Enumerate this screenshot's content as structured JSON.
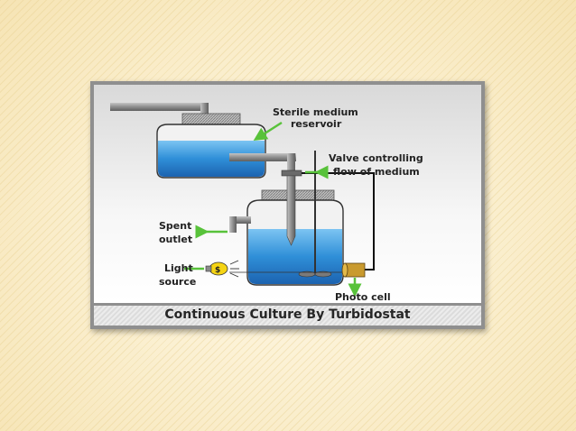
{
  "diagram": {
    "labels": {
      "reservoir_line1": "Sterile medium",
      "reservoir_line2": "reservoir",
      "valve_line1": "Valve controlling",
      "valve_line2": "flow of medium",
      "spent_line1": "Spent",
      "spent_line2": "outlet",
      "light_line1": "Light",
      "light_line2": "source",
      "photo_cell": "Photo cell"
    },
    "caption": "Continuous Culture By Turbidostat"
  },
  "colors": {
    "medium_blue": "#2f8fd8",
    "arrow_green": "#58c23a",
    "pipe_gray": "#8a8a8a",
    "lamp_yellow": "#f5d414",
    "photocell_gold": "#c99a2e"
  }
}
